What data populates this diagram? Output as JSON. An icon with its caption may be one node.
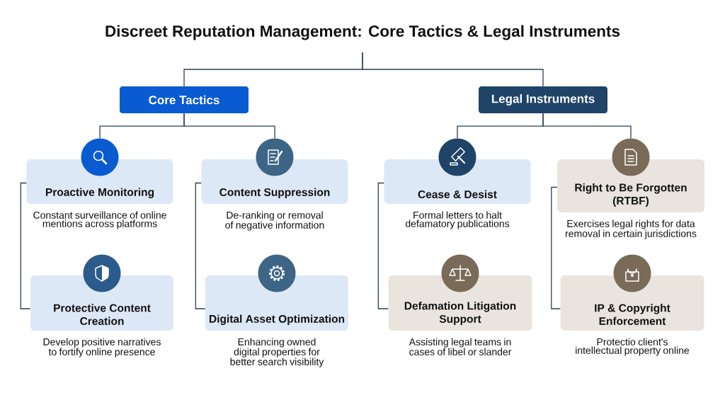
{
  "diagram": {
    "title": "Discreet Reputation Management: Core Tactics & Legal Instruments",
    "nodes": [
      {
        "text": [
          "Core Tactics"
        ]
      },
      {
        "text": [
          "Legal Instruments"
        ]
      },
      {
        "text": [
          "Proactive Monitoring"
        ],
        "beside": [
          "Constant surveillance of online mentions across platforms"
        ]
      },
      {
        "text": [
          "Content Suppression"
        ],
        "beside": [
          "De-ranking or removal of negative information"
        ]
      },
      {
        "text": [
          "Cease & Desist"
        ],
        "beside": [
          "Formal letters to halt defamatory publications"
        ]
      },
      {
        "text": [
          "Right to Be Forgotten (RTBF)"
        ],
        "beside": [
          "Exercises legal rights for data removal in certain jurisdictions"
        ]
      },
      {
        "text": [
          "Protective Content Creation"
        ],
        "beside": [
          "Develop positive narratives to fortify online presence"
        ]
      },
      {
        "text": [
          "Digital Asset Optimization"
        ],
        "beside": [
          "Enhancing owned digital properties for better search visibility"
        ]
      },
      {
        "text": [
          "Defamation Litigation Support"
        ],
        "beside": [
          "Assisting legal teams in cases of libel or slander"
        ]
      },
      {
        "text": [
          "IP & Copyright Enforcement"
        ],
        "beside": [
          "Protectio client's intellectual property online"
        ]
      }
    ],
    "edges": [
      {
        "from": null,
        "to": 0,
        "arrow": "none"
      },
      {
        "from": null,
        "to": 1,
        "arrow": "none"
      },
      {
        "from": 0,
        "to": 2,
        "arrow": "none"
      },
      {
        "from": 0,
        "to": 3,
        "arrow": "none"
      },
      {
        "from": 1,
        "to": 4,
        "arrow": "none"
      },
      {
        "from": 1,
        "to": 5,
        "arrow": "none"
      },
      {
        "from": 2,
        "to": 6,
        "arrow": "none"
      },
      {
        "from": 3,
        "to": 7,
        "arrow": "none"
      },
      {
        "from": 4,
        "to": 8,
        "arrow": "none"
      },
      {
        "from": 5,
        "to": 9,
        "arrow": "none"
      }
    ]
  }
}
